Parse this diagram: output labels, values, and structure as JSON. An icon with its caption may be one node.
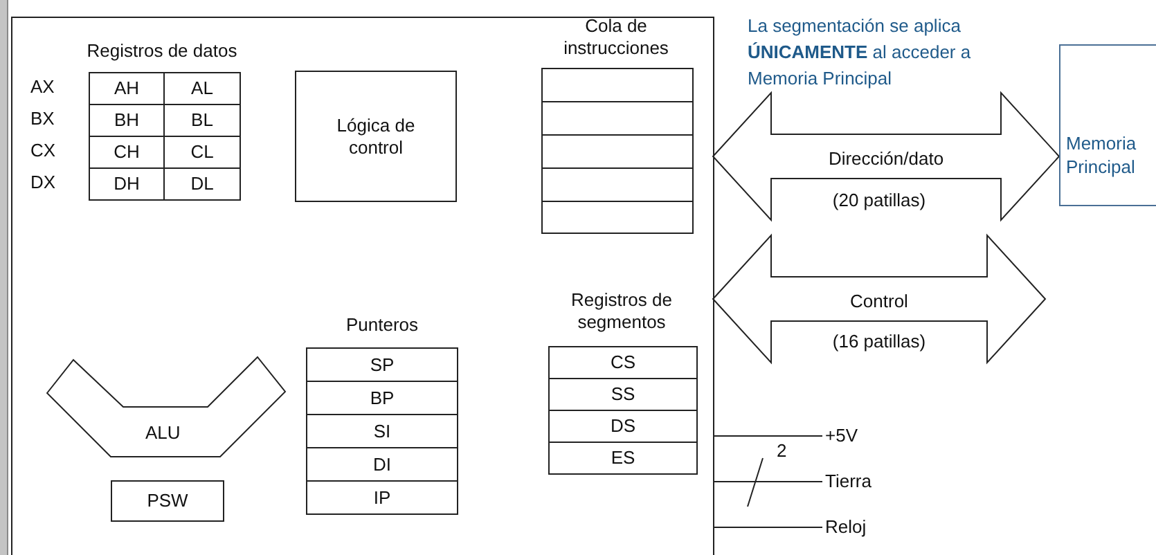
{
  "diagram": {
    "nodes": [
      {
        "text": [],
        "shape": "box"
      },
      {
        "text": [
          "Registros de datos"
        ],
        "in": 0
      },
      {
        "text": [
          "AH"
        ],
        "in": 1
      },
      {
        "text": [
          "AL"
        ],
        "in": 1
      },
      {
        "text": [
          "BH"
        ],
        "in": 1
      },
      {
        "text": [
          "BL"
        ],
        "in": 1
      },
      {
        "text": [
          "CH"
        ],
        "in": 1
      },
      {
        "text": [
          "CL"
        ],
        "in": 1
      },
      {
        "text": [
          "DH"
        ],
        "in": 1
      },
      {
        "text": [
          "DL"
        ],
        "in": 1
      },
      {
        "text": [
          "Lógica de control"
        ],
        "in": 0
      },
      {
        "text": [
          "Cola de instrucciones"
        ],
        "in": 0
      },
      {
        "text": [],
        "shape": "box",
        "in": 11
      },
      {
        "text": [],
        "shape": "box",
        "in": 11
      },
      {
        "text": [],
        "shape": "box",
        "in": 11
      },
      {
        "text": [],
        "shape": "box",
        "in": 11
      },
      {
        "text": [],
        "shape": "box",
        "in": 11
      },
      {
        "text": [
          "Punteros"
        ],
        "in": 0
      },
      {
        "text": [
          "SP"
        ],
        "in": 17
      },
      {
        "text": [
          "BP"
        ],
        "in": 17
      },
      {
        "text": [
          "SI"
        ],
        "in": 17
      },
      {
        "text": [
          "DI"
        ],
        "in": 17
      },
      {
        "text": [
          "IP"
        ],
        "in": 17
      },
      {
        "text": [
          "Registros de segmentos"
        ],
        "in": 0
      },
      {
        "text": [
          "CS"
        ],
        "in": 23
      },
      {
        "text": [
          "SS"
        ],
        "in": 23
      },
      {
        "text": [
          "DS"
        ],
        "in": 23
      },
      {
        "text": [
          "ES"
        ],
        "in": 23
      },
      {
        "text": [
          "ALU"
        ],
        "in": 0
      },
      {
        "text": [
          "PSW"
        ],
        "in": 0
      },
      {
        "text": [
          "Memoria Principal"
        ]
      },
      {
        "text": [
          "+5V"
        ]
      },
      {
        "text": [
          "Tierra"
        ]
      },
      {
        "text": [
          "Reloj"
        ]
      }
    ],
    "edges": [
      {
        "from": 0,
        "to": 30,
        "arrow": "both",
        "label": "Dirección/dato",
        "style": "thick"
      },
      {
        "from": 0,
        "to": null,
        "arrow": "both",
        "label": "Control",
        "style": "thick"
      },
      {
        "from": 0,
        "to": 31,
        "arrow": "none"
      },
      {
        "from": 0,
        "to": 32,
        "arrow": "none"
      },
      {
        "from": 0,
        "to": 33,
        "arrow": "none"
      }
    ],
    "labels": [
      "La segmentación se aplica **ÚNICAMENTE** al acceder a Memoria Principal",
      "AX",
      "BX",
      "CX",
      "DX",
      "(20 patillas)",
      "(16 patillas)",
      "2"
    ]
  }
}
